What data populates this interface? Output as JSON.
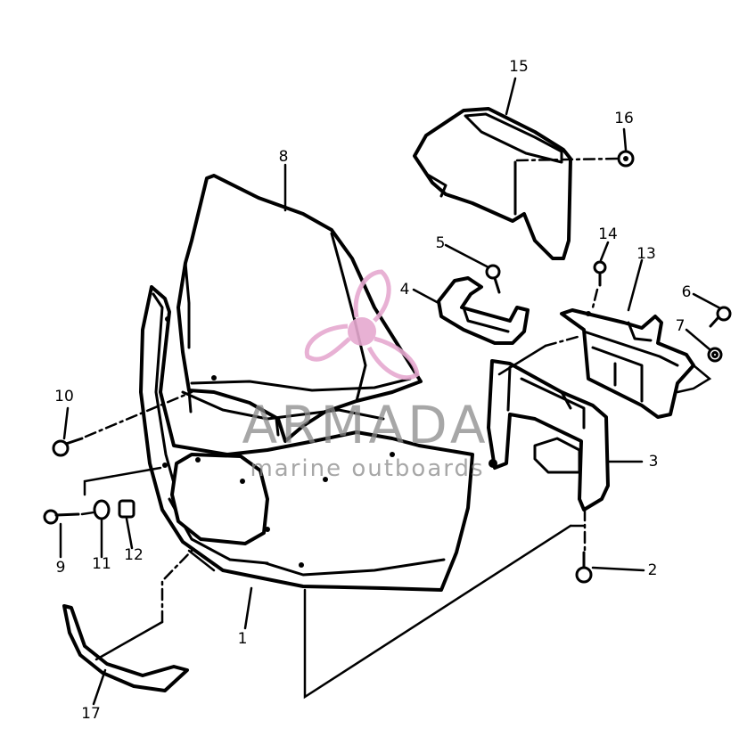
{
  "watermark": {
    "brand": "ARMADA",
    "tagline": "marine outboards",
    "logo_icon": "propeller-logo-icon",
    "logo_color": "#e6a8cf",
    "text_color": "#8a8a8a"
  },
  "callouts": [
    {
      "id": "1",
      "label": "1"
    },
    {
      "id": "2",
      "label": "2"
    },
    {
      "id": "3",
      "label": "3"
    },
    {
      "id": "4",
      "label": "4"
    },
    {
      "id": "5",
      "label": "5"
    },
    {
      "id": "6",
      "label": "6"
    },
    {
      "id": "7",
      "label": "7"
    },
    {
      "id": "8",
      "label": "8"
    },
    {
      "id": "9",
      "label": "9"
    },
    {
      "id": "10",
      "label": "10"
    },
    {
      "id": "11",
      "label": "11"
    },
    {
      "id": "12",
      "label": "12"
    },
    {
      "id": "13",
      "label": "13"
    },
    {
      "id": "14",
      "label": "14"
    },
    {
      "id": "15",
      "label": "15"
    },
    {
      "id": "16",
      "label": "16"
    },
    {
      "id": "17",
      "label": "17"
    }
  ]
}
